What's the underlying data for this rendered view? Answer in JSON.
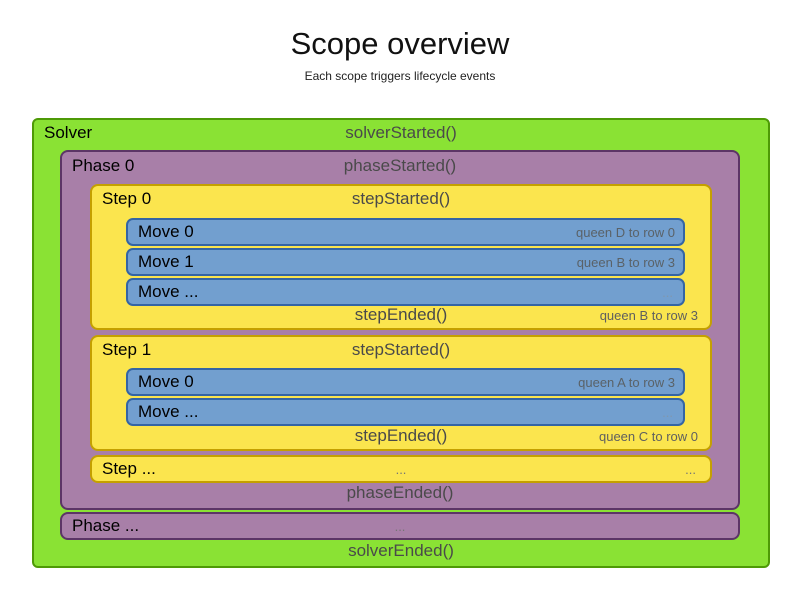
{
  "title": "Scope overview",
  "subtitle": "Each scope triggers lifecycle events",
  "colors": {
    "solver_fill": "#8ae234",
    "solver_border": "#4e9a06",
    "phase_fill": "#a87fa8",
    "phase_border": "#5c3566",
    "step_fill": "#fbe54e",
    "step_border": "#c4a000",
    "move_fill": "#729fcf",
    "move_border": "#3465a4",
    "label_text": "#000000",
    "event_text": "#4a4a4a",
    "note_text": "#5f5f5f"
  },
  "solver": {
    "label": "Solver",
    "started": "solverStarted()",
    "ended": "solverEnded()",
    "phases": [
      {
        "label": "Phase 0",
        "started": "phaseStarted()",
        "ended": "phaseEnded()",
        "steps": [
          {
            "label": "Step 0",
            "started": "stepStarted()",
            "ended": "stepEnded()",
            "ended_note": "queen B to row 3",
            "moves": [
              {
                "label": "Move 0",
                "note": "queen D to row 0"
              },
              {
                "label": "Move 1",
                "note": "queen B to row 3"
              },
              {
                "label": "Move ...",
                "note": "..."
              }
            ]
          },
          {
            "label": "Step 1",
            "started": "stepStarted()",
            "ended": "stepEnded()",
            "ended_note": "queen C to row 0",
            "moves": [
              {
                "label": "Move 0",
                "note": "queen A to row 3"
              },
              {
                "label": "Move ...",
                "note": "..."
              }
            ]
          },
          {
            "label": "Step ...",
            "center": "...",
            "right": "..."
          }
        ]
      },
      {
        "label": "Phase ...",
        "center": "..."
      }
    ]
  }
}
